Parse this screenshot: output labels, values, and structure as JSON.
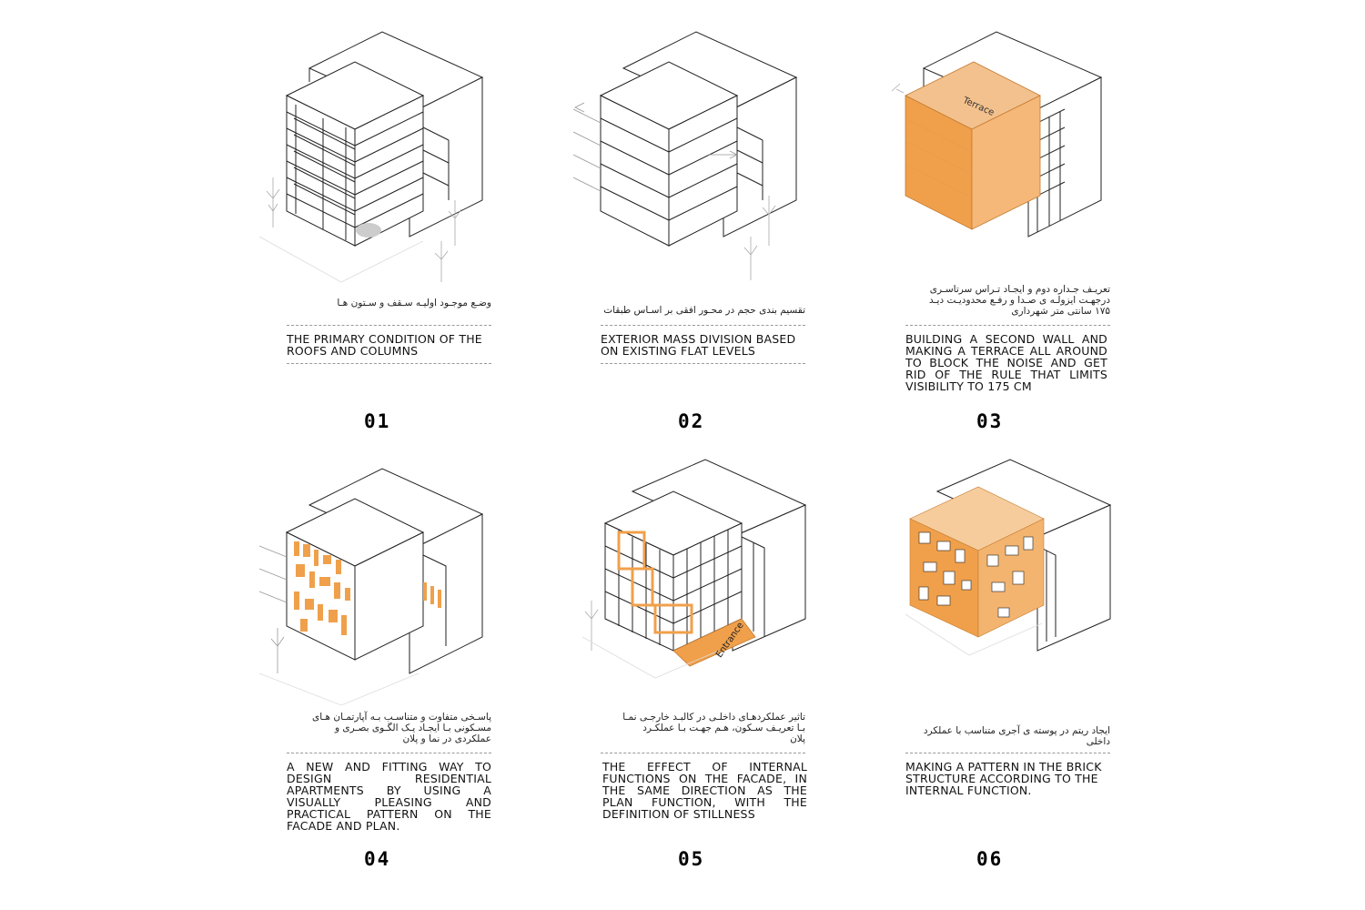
{
  "accent_color": "#f0a04b",
  "panels": [
    {
      "number": "01",
      "persian": "وضـع موجـود اولیـه سـقف و سـتون هـا",
      "english": "THE PRIMARY CONDITION OF THE ROOFS AND COLUMNS"
    },
    {
      "number": "02",
      "persian": "تقسیم بندی حجم در محـور افقی بر اسـاس طبقات",
      "english": "EXTERIOR MASS DIVISION BASED ON EXISTING FLAT LEVELS"
    },
    {
      "number": "03",
      "persian": "تعریـف جـداره دوم و ایجـاد تـراس سرتاسـری\nدرجهـت ایزولـه ی صـدا و رفـع محدودیـت دیـد\n۱۷۵ سانتی متر شهرداری",
      "english": "BUILDING A SECOND WALL AND MAKING A TERRACE ALL AROUND TO BLOCK THE NOISE AND GET RID OF THE RULE THAT LIMITS VISIBILITY TO 175 CM",
      "label": "Terrace"
    },
    {
      "number": "04",
      "persian": "پاسـخی متفاوت و متناسـب بـه آپارتمـان هـای\nمسـکونی بـا ایجـاد یـک الگـوی بصـری و\nعملکردی در نما و پلان",
      "english": "A NEW AND FITTING WAY TO DESIGN RESIDENTIAL APARTMENTS BY USING A VISUALLY PLEASING AND PRACTICAL PATTERN ON THE FACADE AND PLAN."
    },
    {
      "number": "05",
      "persian": "تاثیر عملکردهـای داخلـی در کالبـد خارجـی نمـا\nبـا تعریـف سـکون، هـم جهـت بـا عملکـرد\nپلان",
      "english": "THE EFFECT OF INTERNAL FUNCTIONS ON THE FACADE, IN THE SAME DIRECTION AS THE PLAN FUNCTION, WITH THE DEFINITION OF STILLNESS",
      "label": "Entrance"
    },
    {
      "number": "06",
      "persian": "ایجاد ریتم در پوسته ی آجری متناسب با عملکرد\nداخلی",
      "english": "MAKING A PATTERN IN THE BRICK STRUCTURE ACCORDING TO THE INTERNAL FUNCTION."
    }
  ]
}
